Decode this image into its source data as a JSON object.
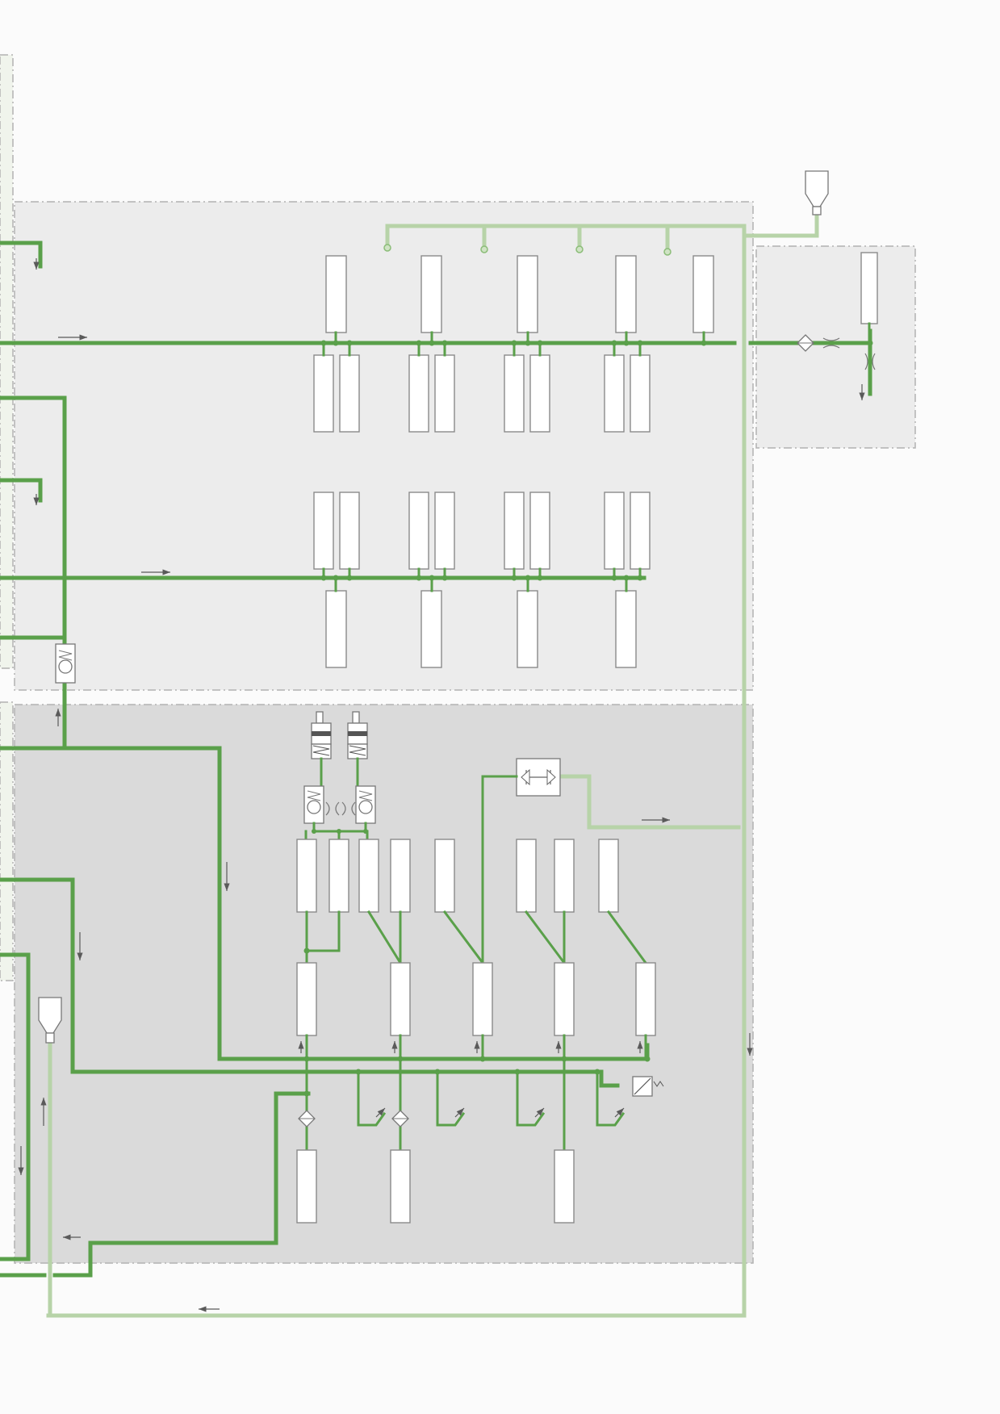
{
  "colors": {
    "page_background": "#fbfbfb",
    "zone_upper": "#ececec",
    "zone_lower": "#dadada",
    "zone_right": "#ececec",
    "zone_left_light": "#f0f4ec",
    "pipe_main": "#5aa04a",
    "pipe_light": "#b7d3a8",
    "component_fill": "#ffffff",
    "component_stroke": "#8a8a8a"
  },
  "symbols": [
    "check-valve-symbol",
    "filter-symbol",
    "throttle-symbol",
    "hopper-symbol",
    "cylinder-symbol",
    "heat-exchanger-symbol",
    "pressure-regulator-symbol",
    "flow-arrow"
  ]
}
